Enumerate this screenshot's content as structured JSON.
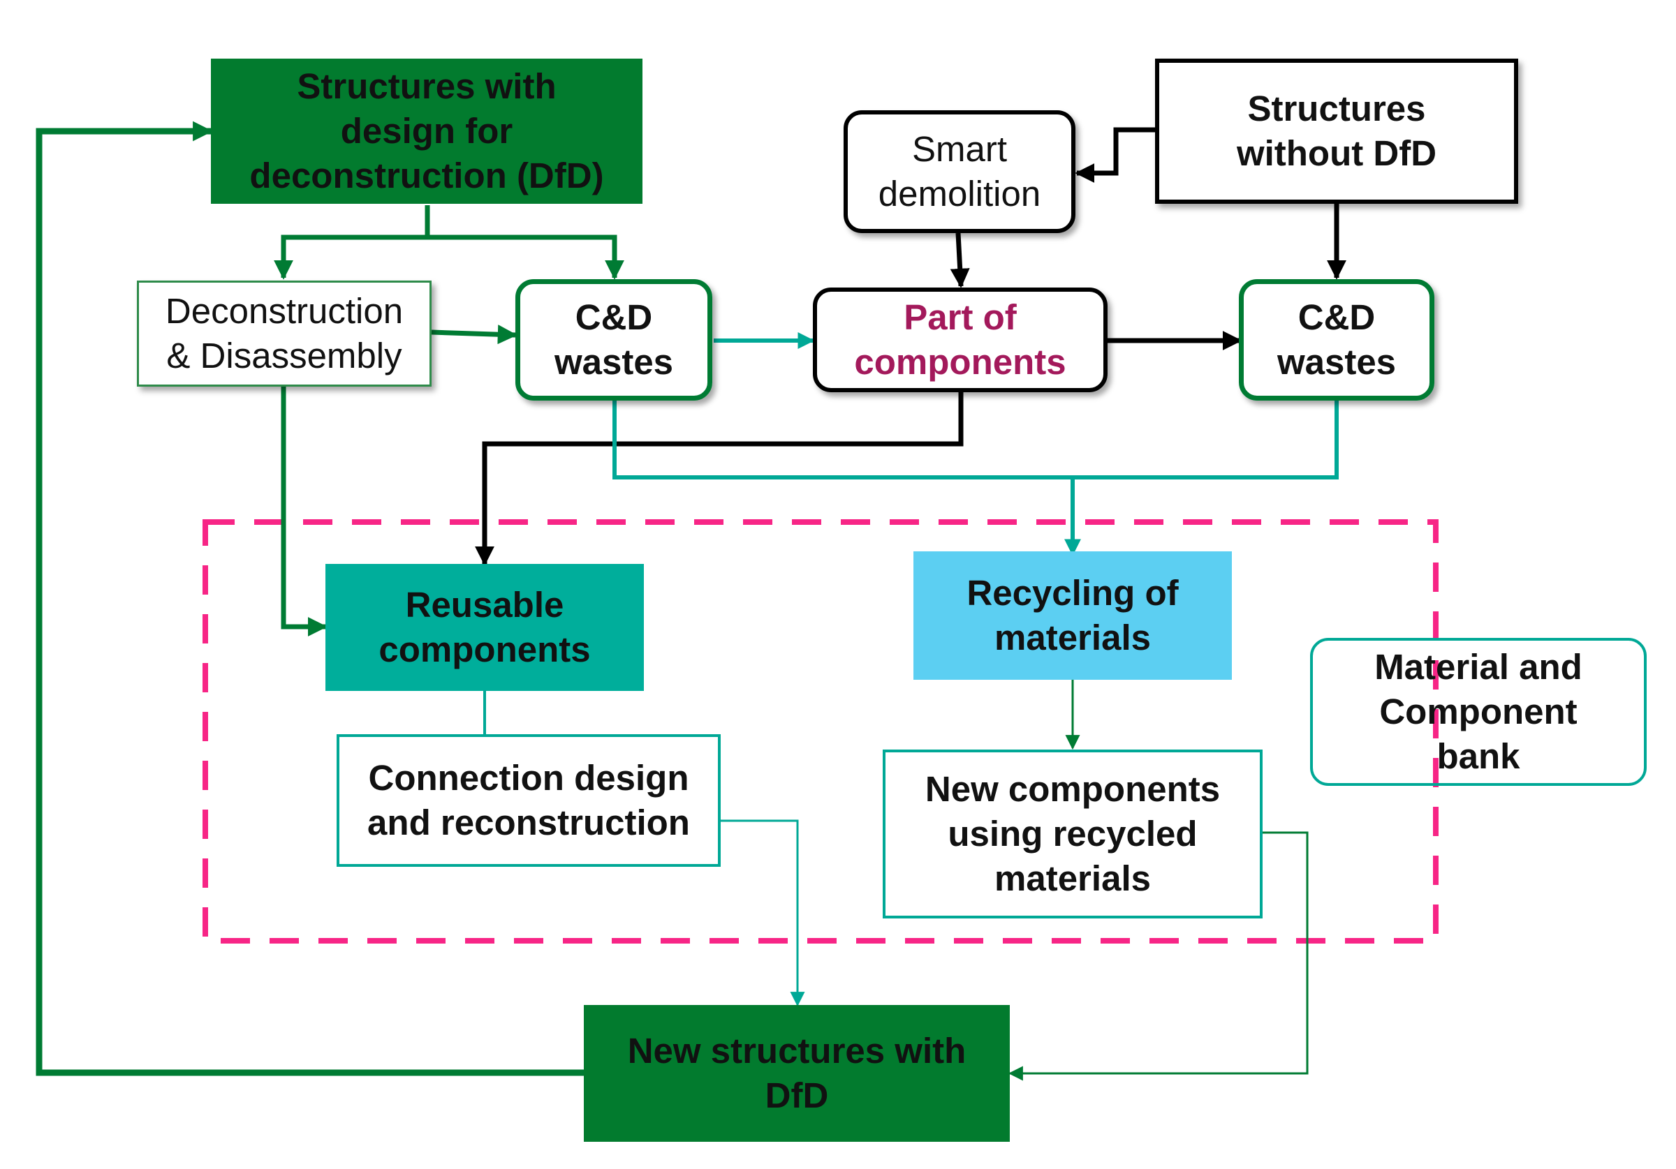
{
  "colors": {
    "dark_green": "#027b2e",
    "green_line": "#007b33",
    "teal": "#00ae9b",
    "teal_line": "#00a896",
    "sky_blue": "#5ccff2",
    "magenta_text": "#a3195b",
    "pink_dash": "#f72586",
    "black": "#000000"
  },
  "nodes": {
    "structures_dfd": "Structures with\ndesign for\ndeconstruction (DfD)",
    "structures_without_dfd": "Structures\nwithout DfD",
    "smart_demolition": "Smart\ndemolition",
    "deconstruction": "Deconstruction\n& Disassembly",
    "cd_wastes_left": "C&D\nwastes",
    "part_of_components": "Part of\ncomponents",
    "cd_wastes_right": "C&D\nwastes",
    "reusable_components": "Reusable\ncomponents",
    "recycling_materials": "Recycling of\nmaterials",
    "bank": "Material and\nComponent\nbank",
    "connection_design": "Connection design\nand reconstruction",
    "new_components": "New components\nusing recycled\nmaterials",
    "new_structures": "New structures with\nDfD"
  }
}
